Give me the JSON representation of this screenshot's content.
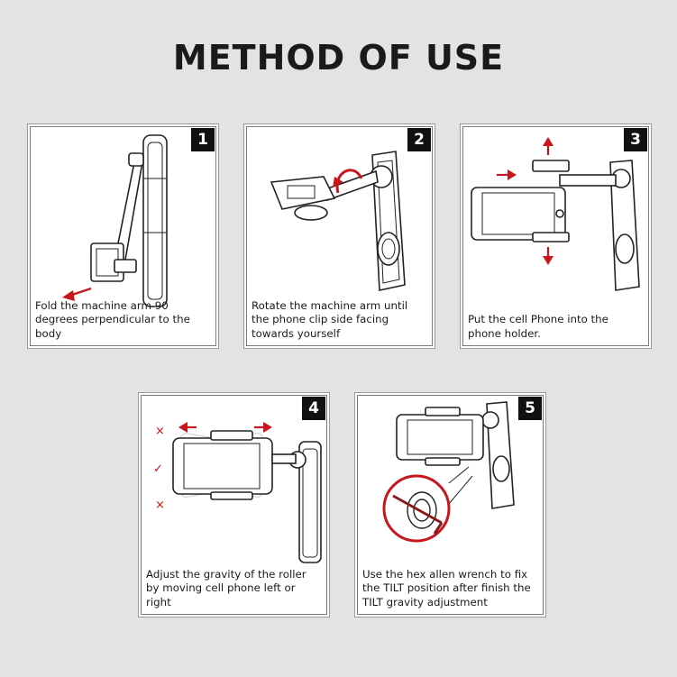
{
  "title": "METHOD OF USE",
  "steps": [
    {
      "number": "1",
      "caption": "Fold the machine arm 90 degrees perpendicular to the body"
    },
    {
      "number": "2",
      "caption": "Rotate the machine arm until the phone clip side facing towards yourself"
    },
    {
      "number": "3",
      "caption": "Put the cell Phone into the phone holder."
    },
    {
      "number": "4",
      "caption": "Adjust the gravity of the roller by moving cell phone left or right"
    },
    {
      "number": "5",
      "caption": "Use the hex allen wrench to fix the TILT position after finish the TILT gravity adjustment"
    }
  ],
  "marks": {
    "wrong": "×",
    "right": "✓"
  },
  "colors": {
    "accent": "#c8161d",
    "badge": "#111111",
    "background": "#e3e3e3"
  }
}
